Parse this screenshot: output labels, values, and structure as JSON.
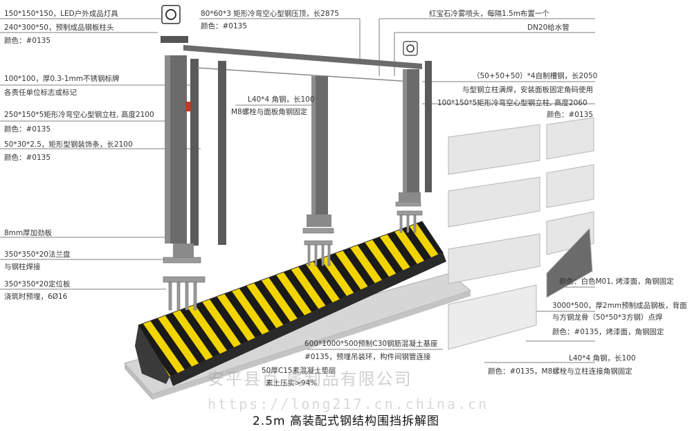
{
  "title": "2.5m 高装配式钢结构围挡拆解图",
  "watermark_company": "安平县百 属制品有限公司",
  "watermark_url": "https://long217.cn.china.cn",
  "colors": {
    "steel": "#6b6b6b",
    "steel_dark": "#4a4a4a",
    "steel_light": "#8c8c8c",
    "panel": "#e4e4e4",
    "panel_edge": "#bdbdbd",
    "stripe_yellow": "#f2d400",
    "stripe_black": "#1a1a1a",
    "concrete": "#d6d6d6"
  },
  "labels_left": {
    "l1": "150*150*150，LED户外成品灯具",
    "l2": "240*300*50，预制成品钢板柱头",
    "l3": "颜色：#0135",
    "l4": "100*100，厚0.3-1mm不锈钢标牌",
    "l5": "各责任单位标志或标记",
    "l6": "250*150*5矩形冷弯空心型钢立柱, 高度2100",
    "l7": "颜色：#0135",
    "l8": "50*30*2.5，矩形型钢装饰条，长2100",
    "l9": "颜色：#0135",
    "l10": "8mm厚加劲板",
    "l11": "350*350*20法兰盘",
    "l12": "与钢柱焊接",
    "l13": "350*350*20定位板",
    "l14": "浇筑时预埋，6Ø16"
  },
  "labels_top": {
    "t1": "80*60*3 矩形冷弯空心型钢压顶，长2875",
    "t2": "颜色：#0135",
    "t3": "红宝石冷雾喷头，每隔1.5m布置一个",
    "t4": "DN20给水管"
  },
  "labels_center": {
    "c1": "L40*4 角钢，长100",
    "c2": "M8螺栓与面板角钢固定"
  },
  "labels_right": {
    "r1": "（50+50+50）*4自制槽钢，长2050",
    "r2": "与型钢立柱满焊，安装面板固定角码使用",
    "r3": "100*150*5矩形冷弯空心型钢立柱, 高度2060",
    "r4": "颜色：#0135",
    "r5": "颜色：白色M01, 烤漆面，角钢固定",
    "r6": "3000*500，厚2mm预制成品钢板，背面",
    "r7": "与方钢龙骨（50*50*3方钢）点焊",
    "r8": "颜色：#0135，烤漆面，角钢固定",
    "r9": "L40*4 角钢，长100",
    "r10": "颜色：#0135，M8螺栓与立柱连接角钢固定"
  },
  "labels_bottom": {
    "b1": "600*1000*500预制C30钢筋混凝土基座",
    "b2": "#0135，预埋吊装环，构件间钢管连接",
    "b3": "50厚C15素混凝土垫层",
    "b4": "素土压实>94%"
  }
}
